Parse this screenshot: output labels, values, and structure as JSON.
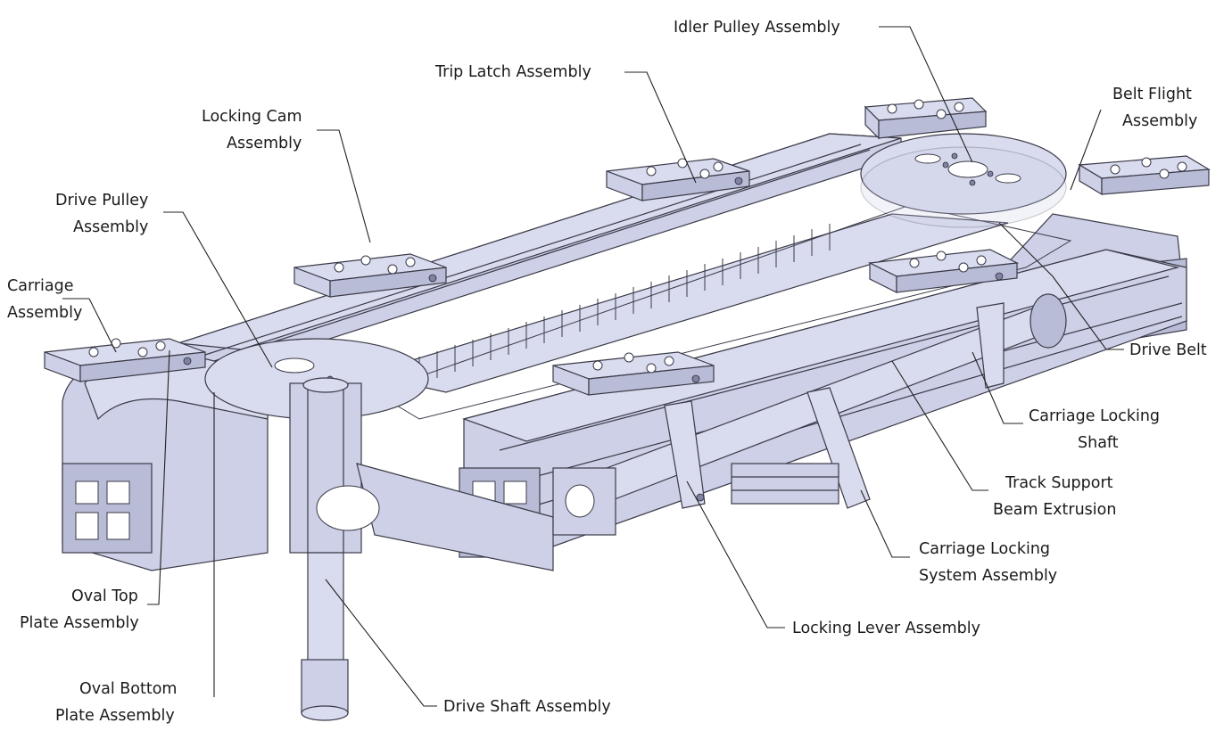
{
  "labels": {
    "idler_pulley": "Idler Pulley Assembly",
    "trip_latch": "Trip Latch Assembly",
    "belt_flight_1": "Belt Flight",
    "belt_flight_2": "Assembly",
    "locking_cam_1": "Locking Cam",
    "locking_cam_2": "Assembly",
    "drive_pulley_1": "Drive Pulley",
    "drive_pulley_2": "Assembly",
    "carriage_1": "Carriage",
    "carriage_2": "Assembly",
    "drive_belt": "Drive Belt",
    "carriage_locking_shaft_1": "Carriage Locking",
    "carriage_locking_shaft_2": "Shaft",
    "track_support_1": "Track Support",
    "track_support_2": "Beam Extrusion",
    "carriage_locking_system_1": "Carriage Locking",
    "carriage_locking_system_2": "System Assembly",
    "locking_lever": "Locking Lever Assembly",
    "oval_top_1": "Oval Top",
    "oval_top_2": "Plate Assembly",
    "oval_bottom_1": "Oval Bottom",
    "oval_bottom_2": "Plate Assembly",
    "drive_shaft": "Drive Shaft Assembly"
  },
  "colors": {
    "metal_light": "#d9dbee",
    "metal_mid": "#cdd0e6",
    "metal_dark": "#9ea2c0",
    "outline": "#3a3a48"
  }
}
